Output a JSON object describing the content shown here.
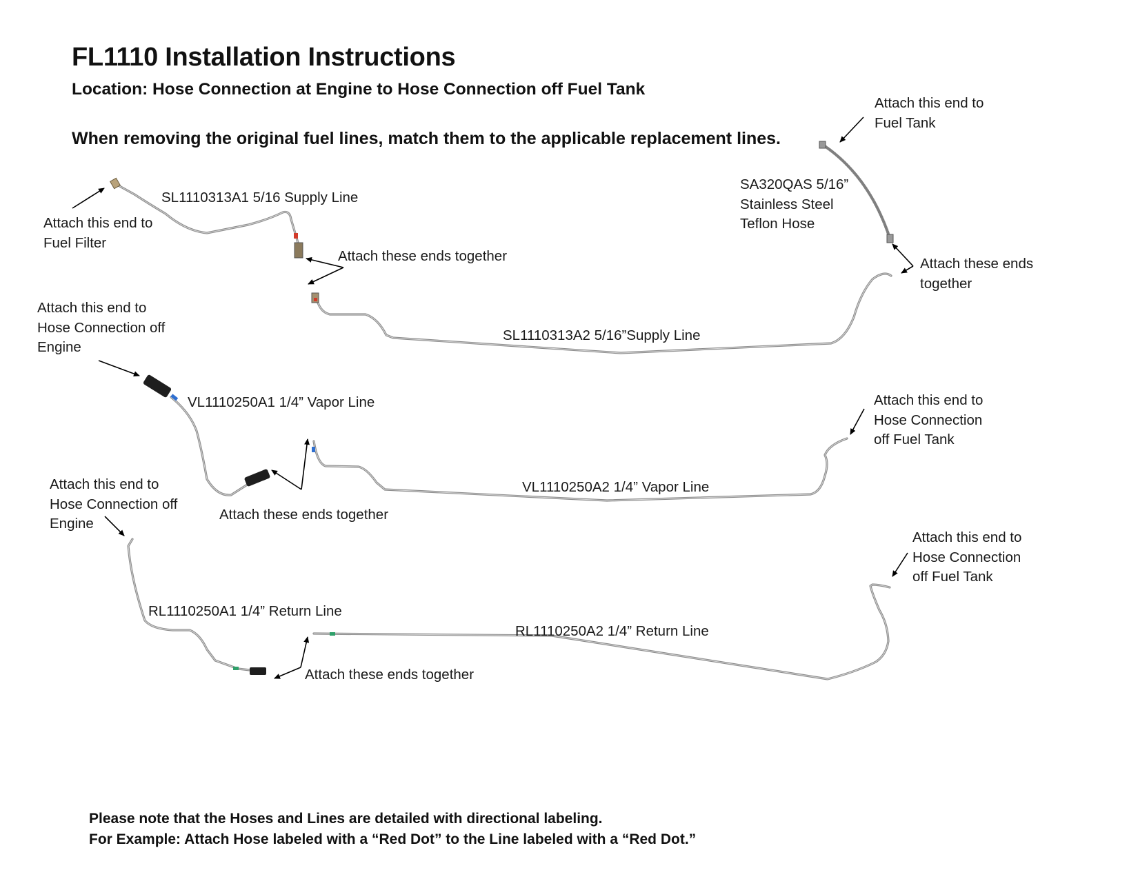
{
  "header": {
    "title": "FL1110 Installation Instructions",
    "subtitle": "Location: Hose Connection at Engine to Hose Connection off Fuel Tank",
    "instruction": "When removing the original fuel lines, match them to the applicable replacement lines."
  },
  "parts": {
    "supply_a1": "SL1110313A1 5/16 Supply Line",
    "supply_a2": "SL1110313A2 5/16”Supply Line",
    "hose": [
      "SA320QAS 5/16”",
      "Stainless Steel",
      "Teflon Hose"
    ],
    "vapor_a1": "VL1110250A1 1/4” Vapor Line",
    "vapor_a2": "VL1110250A2 1/4” Vapor Line",
    "return_a1": "RL1110250A1 1/4” Return Line",
    "return_a2": "RL1110250A2 1/4” Return Line"
  },
  "callouts": {
    "fuel_filter": [
      "Attach this end to",
      "Fuel Filter"
    ],
    "fuel_tank": [
      "Attach this end to",
      "Fuel Tank"
    ],
    "supply_join": "Attach these ends together",
    "hose_join": [
      "Attach these ends",
      "together"
    ],
    "vapor_engine": [
      "Attach this end to",
      "Hose Connection off",
      "Engine"
    ],
    "vapor_tank": [
      "Attach this end to",
      "Hose Connection",
      "off Fuel Tank"
    ],
    "vapor_join": "Attach these ends together",
    "return_engine": [
      "Attach this end to",
      "Hose Connection off",
      "Engine"
    ],
    "return_tank": [
      "Attach this end to",
      "Hose Connection",
      "off Fuel Tank"
    ],
    "return_join": "Attach these ends together"
  },
  "footer": {
    "line1": "Please note that the Hoses and Lines are detailed with directional labeling.",
    "line2": "For Example: Attach Hose labeled with a “Red Dot” to the Line labeled with a “Red Dot.”"
  },
  "colors": {
    "pipe": "#8e8e8e",
    "fitting_dark": "#1e1e1e",
    "marker_red": "#d23a2a",
    "marker_blue": "#2f6fd0",
    "marker_green": "#2fa06a"
  }
}
